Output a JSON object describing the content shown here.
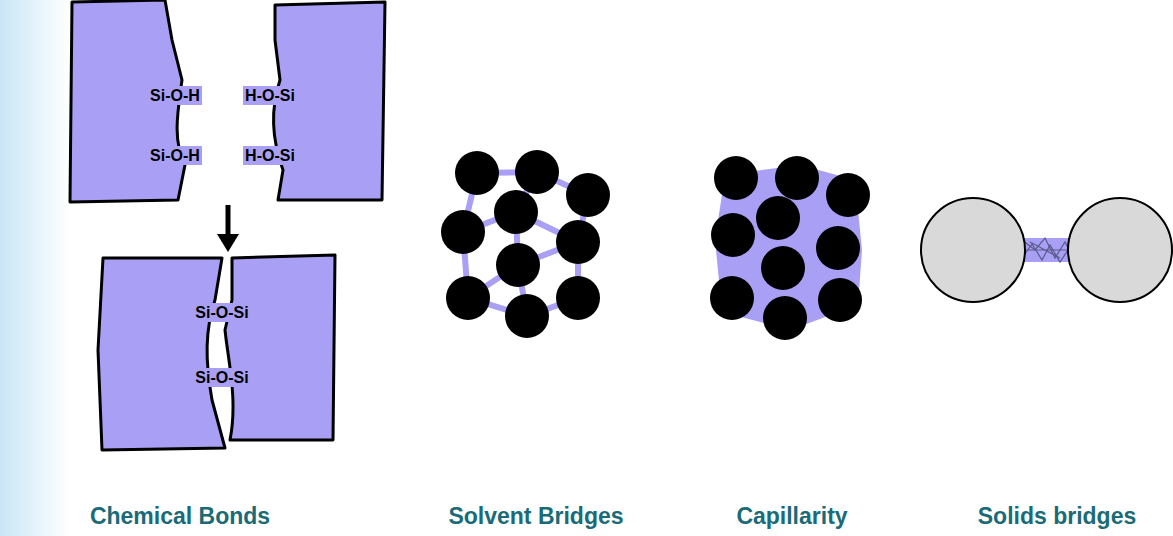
{
  "diagram": {
    "labels": [
      "Si-O-H",
      "H-O-Si",
      "Si-O-H",
      "H-O-Si",
      "Si-O-Si",
      "Si-O-Si",
      "Chemical Bonds",
      "Solvent Bridges",
      "Capillarity",
      "Solids bridges"
    ]
  }
}
